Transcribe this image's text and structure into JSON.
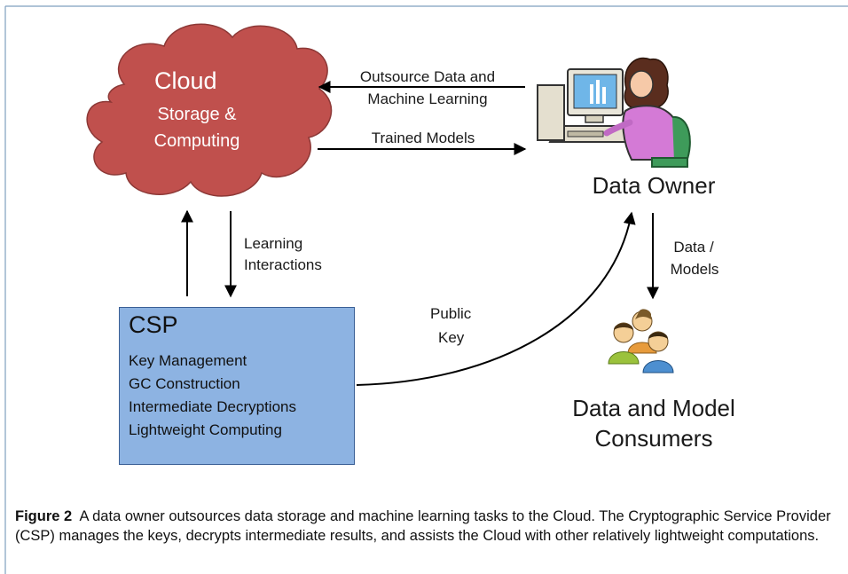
{
  "cloud": {
    "title": "Cloud",
    "line1": "Storage &",
    "line2": "Computing"
  },
  "arrows": {
    "outsource_line1": "Outsource Data and",
    "outsource_line2": "Machine Learning",
    "trained_models": "Trained Models",
    "learning_line1": "Learning",
    "learning_line2": "Interactions",
    "public_line1": "Public",
    "public_line2": "Key",
    "datamodels_line1": "Data /",
    "datamodels_line2": "Models"
  },
  "data_owner": {
    "label": "Data Owner"
  },
  "consumers": {
    "line1": "Data and Model",
    "line2": "Consumers"
  },
  "csp": {
    "title": "CSP",
    "items": [
      "Key Management",
      "GC Construction",
      "Intermediate Decryptions",
      "Lightweight Computing"
    ]
  },
  "caption": {
    "figure_label": "Figure 2",
    "text": "A data owner outsources data storage and machine learning tasks to the Cloud. The Cryptographic Service Provider (CSP) manages the keys, decrypts intermediate results, and assists the Cloud with other relatively lightweight computations."
  },
  "colors": {
    "cloud_fill": "#c0504d",
    "cloud_stroke": "#8c3836",
    "csp_fill": "#8db3e2",
    "frame": "#7f9fbf"
  }
}
